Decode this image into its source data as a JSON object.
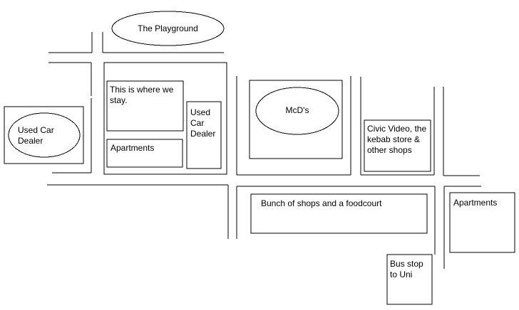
{
  "colors": {
    "ink": "#000000",
    "paper": "#ffffff"
  },
  "labels": {
    "playground": "The Playground",
    "our_place": "This is where we stay.",
    "apartments_left": "Apartments",
    "used_car_dealer_box": "Used Car Dealer",
    "used_car_dealer_oval": "Used Car Dealer",
    "mcds": "McD's",
    "civic_video": "Civic Video, the kebab store & other shops",
    "shops_foodcourt": "Bunch of shops and a foodcourt",
    "apartments_right": "Apartments",
    "bus_stop": "Bus stop to Uni"
  }
}
